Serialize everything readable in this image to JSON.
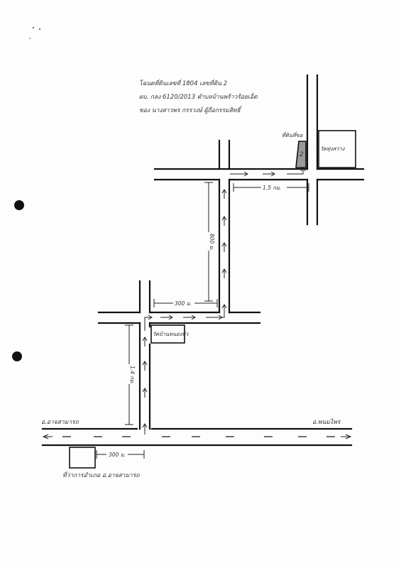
{
  "header": {
    "line1": "โฉนดที่ดินเลขที่ 1804  เลขที่ดิน 2",
    "line2": "ผบ. กลง 6120/2013  ตำบลบ้านพร้าวร้อยเอ็ด",
    "line3": "ของ นางสาวพร กรรวงษ์ ผู้ถือกรรมสิทธิ์"
  },
  "landmarks": {
    "plot_label": "ที่ดินที่ขอ",
    "plot_number": "2",
    "temple_right": "วัดทุ่งสว่าง",
    "temple_mid": "วัดบ้านหนองบัว",
    "district_office": "ที่ว่าการอำเภอ อ.อาจสามารถ"
  },
  "road_ends": {
    "left": "อ.อาจสามารถ",
    "right": "อ.พนมไพร"
  },
  "distances": {
    "seg_top": "1.5 กม.",
    "seg_vertical_upper": "800 ม.",
    "seg_mid": "300 ม.",
    "seg_vertical_lower": "1.4 กม.",
    "seg_bottom": "300 ม."
  },
  "colors": {
    "plot_fill": "#9a9a9a",
    "ink": "#111111"
  }
}
